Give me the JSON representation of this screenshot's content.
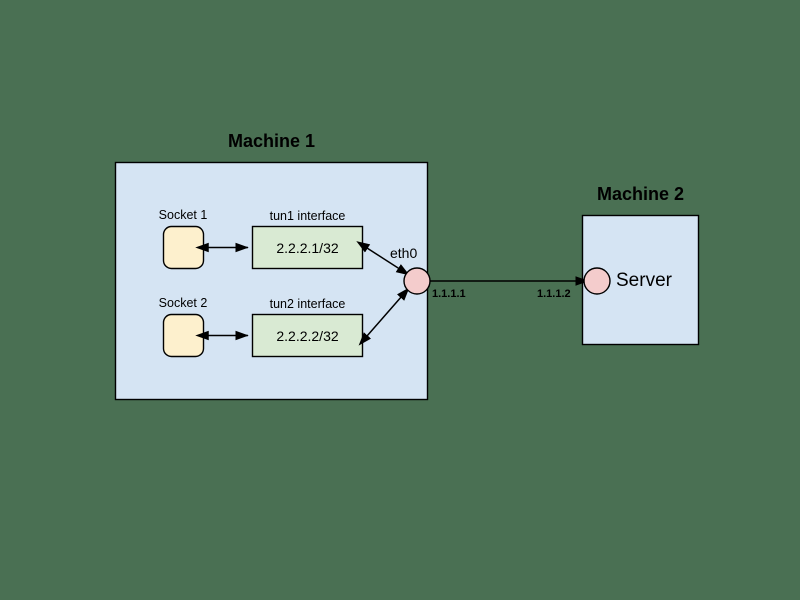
{
  "diagram": {
    "title_machine1": "Machine 1",
    "title_machine2": "Machine 2",
    "background_color": "#4a7053",
    "machine_fill": "#d5e4f3",
    "machine_stroke": "#000000",
    "socket_fill": "#fdf0cd",
    "tun_fill": "#d9ead3",
    "circle_fill": "#f4cccc",
    "machine1": {
      "label": "Machine 1",
      "sockets": [
        {
          "caption": "Socket 1",
          "name": "socket-1"
        },
        {
          "caption": "Socket 2",
          "name": "socket-2"
        }
      ],
      "interfaces": [
        {
          "caption": "tun1 interface",
          "address": "2.2.2.1/32"
        },
        {
          "caption": "tun2 interface",
          "address": "2.2.2.2/32"
        }
      ],
      "nic": {
        "label": "eth0",
        "ip": "1.1.1.1"
      }
    },
    "machine2": {
      "label": "Machine 2",
      "node_label": "Server",
      "nic": {
        "ip": "1.1.1.2"
      }
    },
    "link": {
      "left_ip": "1.1.1.1",
      "right_ip": "1.1.1.2"
    }
  }
}
